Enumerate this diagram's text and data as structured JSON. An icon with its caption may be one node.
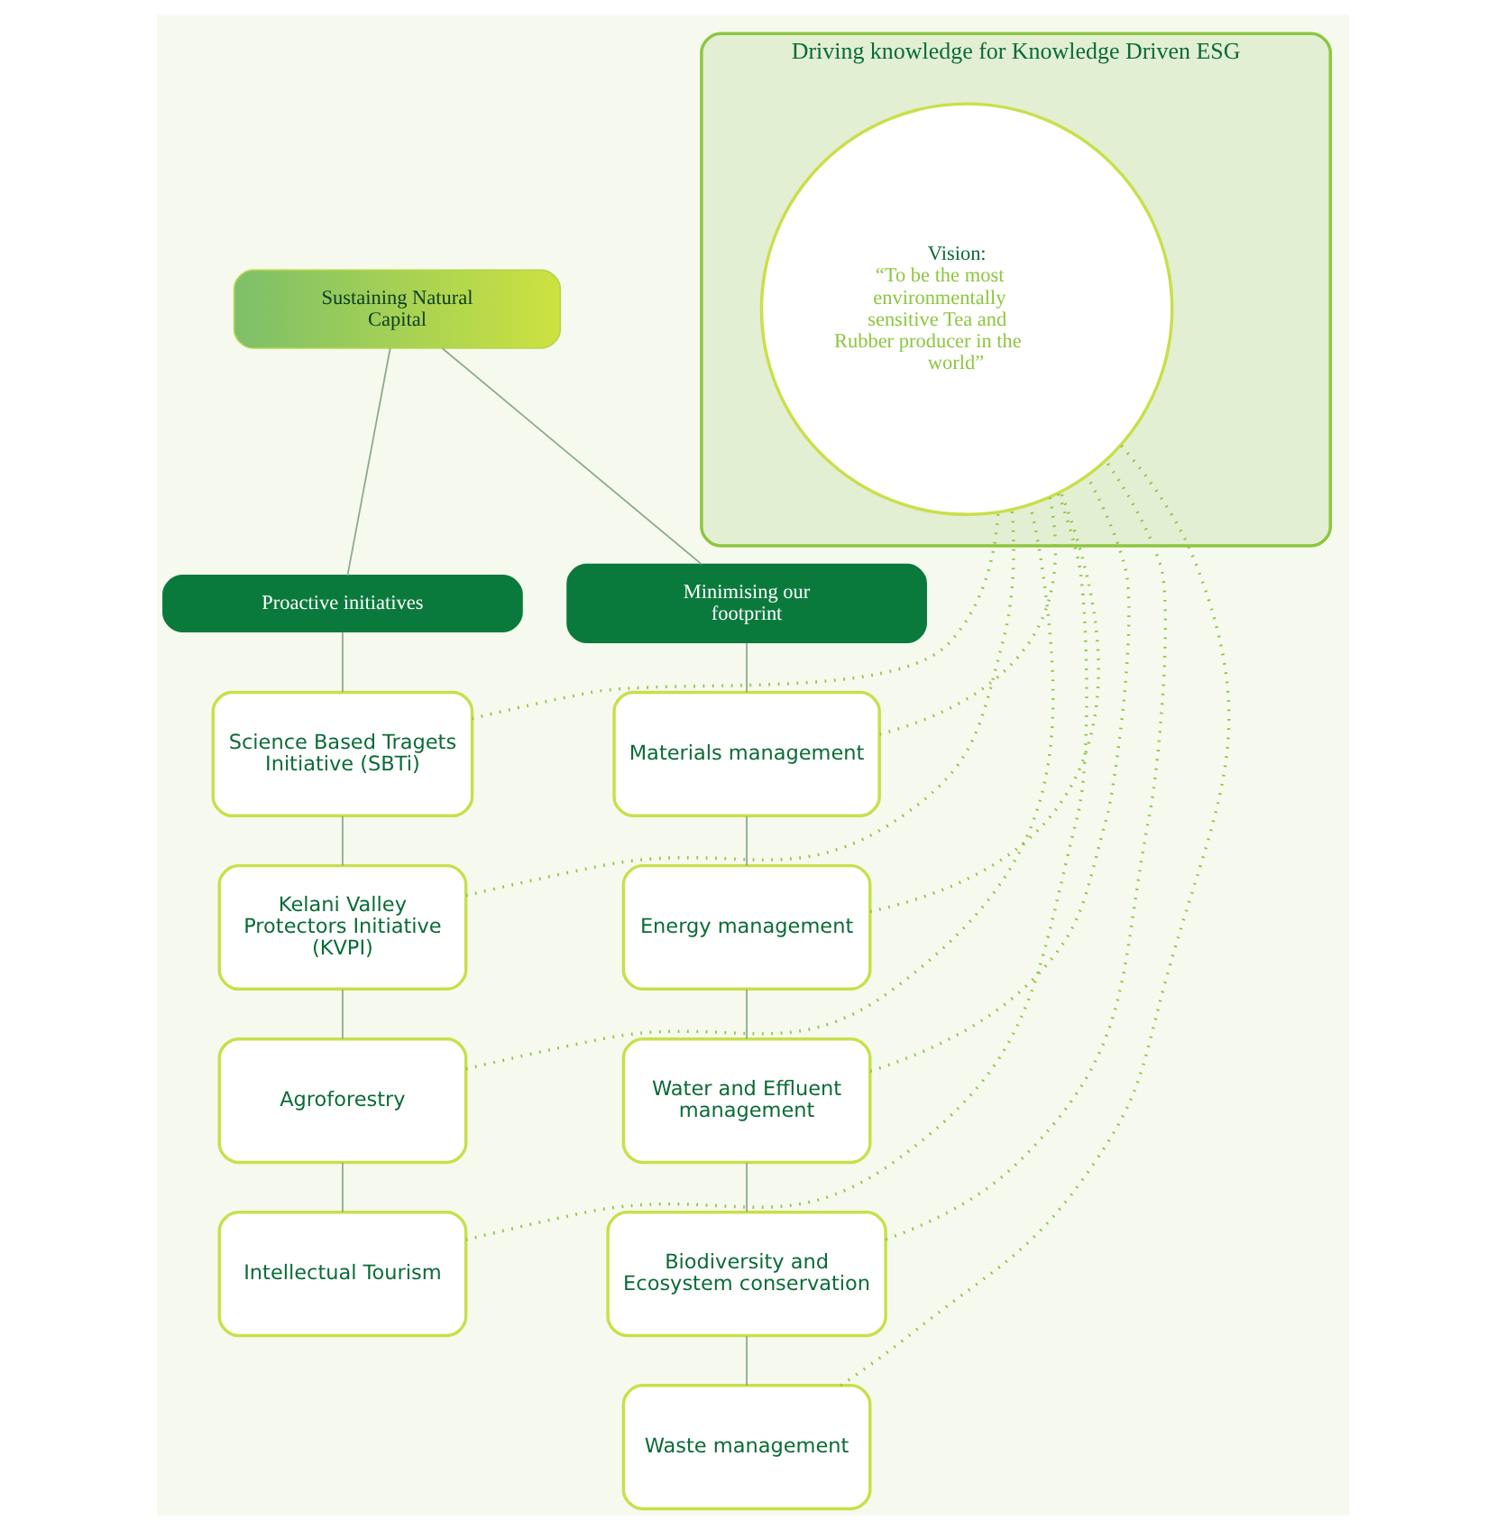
{
  "diagram": {
    "nodes": [
      {
        "text": [
          "Sustaining Natural Capital"
        ]
      },
      {
        "text": [
          "Proactive initiatives"
        ]
      },
      {
        "text": [
          "Minimising our footprint"
        ]
      },
      {
        "text": [
          "Science Based Tragets Initiative (SBTi)"
        ]
      },
      {
        "text": [
          "Kelani Valley Protectors Initiative (KVPI)"
        ]
      },
      {
        "text": [
          "Agroforestry"
        ]
      },
      {
        "text": [
          "Intellectual Tourism"
        ]
      },
      {
        "text": [
          "Materials management"
        ]
      },
      {
        "text": [
          "Energy management"
        ]
      },
      {
        "text": [
          "Water and Effluent management"
        ]
      },
      {
        "text": [
          "Biodiversity and Ecosystem conservation"
        ]
      },
      {
        "text": [
          "Waste management"
        ]
      },
      {
        "text": [
          "Driving knowledge for Knowledge Driven ESG"
        ]
      },
      {
        "text": [
          "Vision:",
          "“To be the most environmentally sensitive Tea and Rubber producer in the world”"
        ],
        "in": 12
      }
    ],
    "edges": [
      {
        "from": 0,
        "to": 1,
        "arrow": "none"
      },
      {
        "from": 0,
        "to": 2,
        "arrow": "none"
      },
      {
        "from": 1,
        "to": 3,
        "arrow": "none"
      },
      {
        "from": 3,
        "to": 4,
        "arrow": "none"
      },
      {
        "from": 4,
        "to": 5,
        "arrow": "none"
      },
      {
        "from": 5,
        "to": 6,
        "arrow": "none"
      },
      {
        "from": 2,
        "to": 7,
        "arrow": "none"
      },
      {
        "from": 7,
        "to": 8,
        "arrow": "none"
      },
      {
        "from": 8,
        "to": 9,
        "arrow": "none"
      },
      {
        "from": 9,
        "to": 10,
        "arrow": "none"
      },
      {
        "from": 10,
        "to": 11,
        "arrow": "none"
      },
      {
        "from": 3,
        "to": 13,
        "arrow": "none",
        "style": "dashed",
        "color": "#8dc63f"
      },
      {
        "from": 4,
        "to": 13,
        "arrow": "none",
        "style": "dashed",
        "color": "#8dc63f"
      },
      {
        "from": 5,
        "to": 13,
        "arrow": "none",
        "style": "dashed",
        "color": "#8dc63f"
      },
      {
        "from": 6,
        "to": 13,
        "arrow": "none",
        "style": "dashed",
        "color": "#8dc63f"
      },
      {
        "from": 7,
        "to": 13,
        "arrow": "none",
        "style": "dashed",
        "color": "#8dc63f"
      },
      {
        "from": 8,
        "to": 13,
        "arrow": "none",
        "style": "dashed",
        "color": "#8dc63f"
      },
      {
        "from": 9,
        "to": 13,
        "arrow": "none",
        "style": "dashed",
        "color": "#8dc63f"
      },
      {
        "from": 10,
        "to": 13,
        "arrow": "none",
        "style": "dashed",
        "color": "#8dc63f"
      },
      {
        "from": 11,
        "to": 13,
        "arrow": "none",
        "style": "dashed",
        "color": "#8dc63f"
      }
    ]
  }
}
